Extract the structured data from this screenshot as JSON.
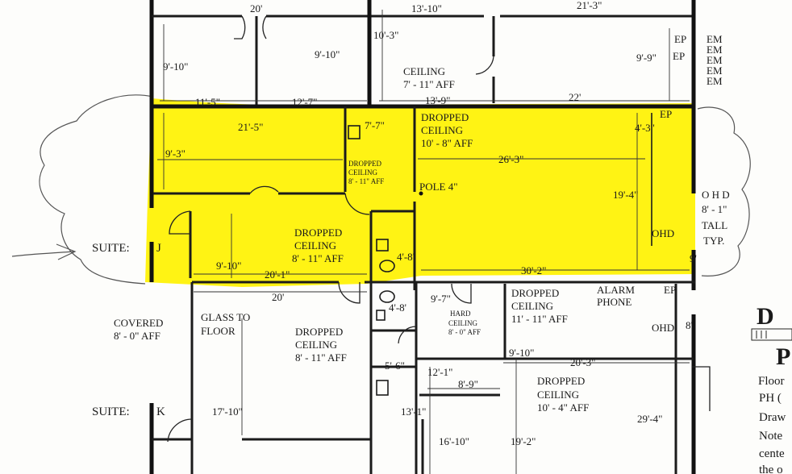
{
  "plan": {
    "dims": {
      "top_20": "20'",
      "top_13_10": "13'-10\"",
      "top_21_3": "21'-3\"",
      "d_10_3": "10'-3\"",
      "d_9_10_a": "9'-10\"",
      "d_9_10_b": "9'-10\"",
      "d_9_9": "9'-9\"",
      "d_11_5": "11'-5\"",
      "d_12_7": "12'-7\"",
      "d_13_9": "13'-9\"",
      "d_22": "22'",
      "d_21_5": "21'-5\"",
      "d_7_7": "7'-7\"",
      "d_9_3": "9'-3\"",
      "d_26_3": "26'-3\"",
      "d_4_3": "4'-3\"",
      "d_19_4": "19'-4\"",
      "d_4_8_a": "4'-8'",
      "d_9_10_c": "9'-10\"",
      "d_20_1": "20'-1\"",
      "d_30_2": "30'-2\"",
      "d_9_prime": "9'",
      "d_20_b": "20'",
      "d_4_8_b": "4'-8'",
      "d_9_7": "9'-7\"",
      "d_8_ohd": "8'",
      "d_5_6": "5'-6\"",
      "d_12_1": "12'-1\"",
      "d_8_9": "8'-9\"",
      "d_9_10_d": "9'-10\"",
      "d_20_3": "20'-3\"",
      "d_13_1": "13'-1\"",
      "d_17_10": "17'-10\"",
      "d_16_10": "16'-10\"",
      "d_19_2": "19'-2\"",
      "d_29_4": "29'-4\""
    },
    "labels": {
      "ceiling_1": "CEILING",
      "ceiling_1b": "7' - 11\" AFF",
      "ep_top": "EP",
      "ep_top2": "EP",
      "em": [
        "EM",
        "EM",
        "EM",
        "EM",
        "EM"
      ],
      "dropped_a1": "DROPPED",
      "dropped_a2": "CEILING",
      "dropped_a3": "10' - 8\" AFF",
      "dropped_small1": "DROPPED",
      "dropped_small2": "CEILING",
      "dropped_small3": "8' - 11\" AFF",
      "pole": "POLE 4\"",
      "ep_right": "EP",
      "ohd_1": "OHD",
      "ohd_side1": "O H D",
      "ohd_side2": "8' - 1\"",
      "ohd_side3": "TALL",
      "ohd_side4": "TYP.",
      "suite_j": "SUITE:",
      "suite_j_letter": "J",
      "dropped_b1": "DROPPED",
      "dropped_b2": "CEILING",
      "dropped_b3": "8' - 11\" AFF",
      "covered1": "COVERED",
      "covered2": "8' - 0\" AFF",
      "glass1": "GLASS TO",
      "glass2": "FLOOR",
      "dropped_c1": "DROPPED",
      "dropped_c2": "CEILING",
      "dropped_c3": "8' - 11\" AFF",
      "hard1": "HARD",
      "hard2": "CEILING",
      "hard3": "8' - 0\" AFF",
      "dropped_d1": "DROPPED",
      "dropped_d2": "CEILING",
      "dropped_d3": "11' - 11\" AFF",
      "alarm1": "ALARM",
      "alarm2": "PHONE",
      "ep_mid": "EP",
      "ohd_2": "OHD",
      "dropped_e1": "DROPPED",
      "dropped_e2": "CEILING",
      "dropped_e3": "10' - 4\" AFF",
      "suite_k": "SUITE:",
      "suite_k_letter": "K"
    },
    "side_panel": {
      "big_letter": "D",
      "big_letter2": "P",
      "lines": [
        "Floor",
        "PH (",
        "Draw",
        "Note",
        "cente",
        "the o"
      ]
    },
    "colors": {
      "highlight": "#fff200",
      "line": "#1b1b1b",
      "paper": "#fdfdfb"
    }
  }
}
